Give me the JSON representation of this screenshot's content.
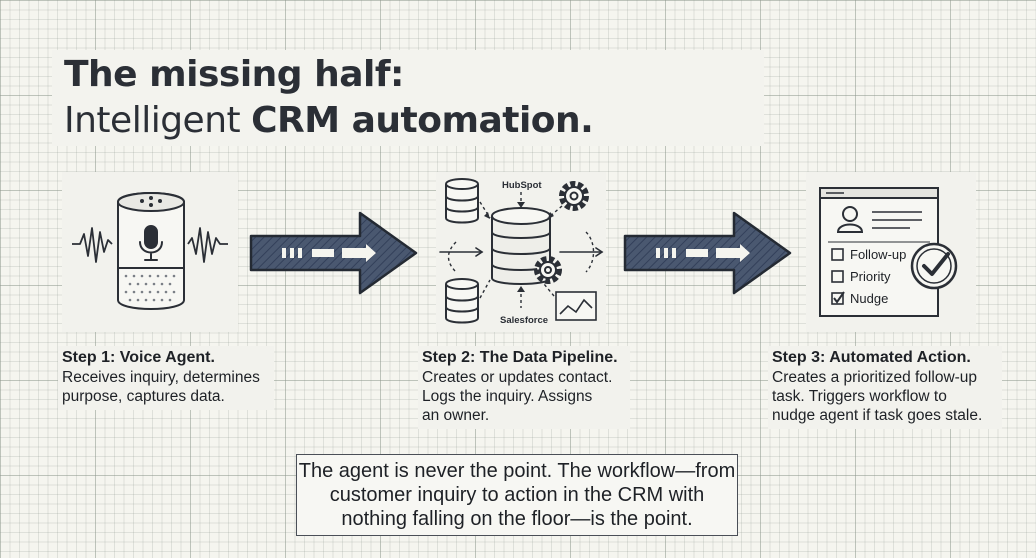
{
  "title": {
    "line1": "The missing half:",
    "line2_prefix": "Intelligent ",
    "line2_bold": "CRM automation."
  },
  "steps": [
    {
      "title": "Step 1: Voice Agent.",
      "lines": [
        "Receives inquiry, determines",
        "purpose, captures data."
      ],
      "icon": "smart-speaker-icon"
    },
    {
      "title": "Step 2: The Data Pipeline.",
      "lines": [
        "Creates or updates contact.",
        "Logs the inquiry. Assigns",
        "an owner."
      ],
      "icon": "database-pipeline-icon",
      "labels": {
        "top": "HubSpot",
        "bottom": "Salesforce"
      }
    },
    {
      "title": "Step 3: Automated Action.",
      "lines": [
        "Creates a prioritized follow-up",
        "task. Triggers workflow to",
        "nudge agent if task goes stale."
      ],
      "icon": "task-checklist-icon",
      "checklist": [
        {
          "label": "Follow-up",
          "checked": false
        },
        {
          "label": "Priority",
          "checked": false
        },
        {
          "label": "Nudge",
          "checked": true
        }
      ]
    }
  ],
  "arrows": [
    "flow-arrow-icon",
    "flow-arrow-icon"
  ],
  "quote": {
    "lines": [
      "The agent is never the point. The workflow—from",
      "customer inquiry to action in the CRM with",
      "nothing falling on the floor—is the point."
    ]
  },
  "colors": {
    "ink": "#2b2f36",
    "arrow_fill": "#3d4a60",
    "arrow_outline": "#242a33",
    "panel": "#f2f2ed"
  }
}
